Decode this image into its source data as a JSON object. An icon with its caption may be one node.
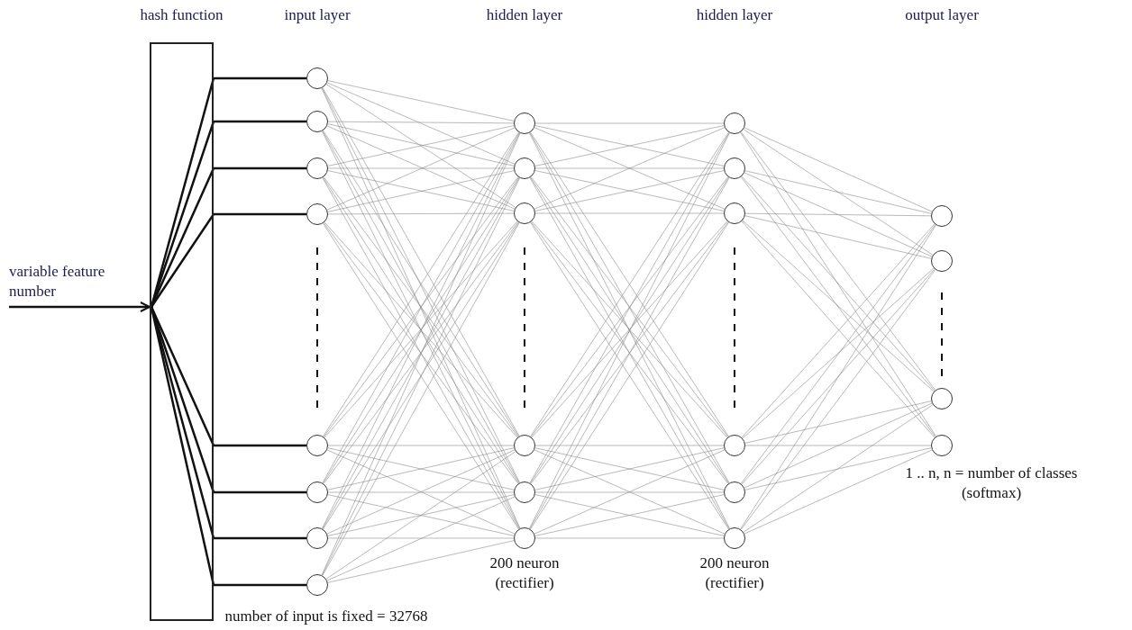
{
  "diagram": {
    "nodes": [
      {
        "text": [
          "hash function"
        ]
      },
      {
        "text": [],
        "shape": "circle"
      },
      {
        "text": [],
        "shape": "circle"
      },
      {
        "text": [],
        "shape": "circle"
      },
      {
        "text": [],
        "shape": "circle"
      },
      {
        "text": [],
        "shape": "circle"
      },
      {
        "text": [],
        "shape": "circle"
      },
      {
        "text": [],
        "shape": "circle"
      },
      {
        "text": [],
        "shape": "circle"
      },
      {
        "text": [],
        "shape": "circle"
      },
      {
        "text": [],
        "shape": "circle"
      },
      {
        "text": [],
        "shape": "circle"
      },
      {
        "text": [],
        "shape": "circle"
      },
      {
        "text": [],
        "shape": "circle"
      },
      {
        "text": [],
        "shape": "circle"
      },
      {
        "text": [],
        "shape": "circle"
      },
      {
        "text": [],
        "shape": "circle"
      },
      {
        "text": [],
        "shape": "circle"
      },
      {
        "text": [],
        "shape": "circle"
      },
      {
        "text": [],
        "shape": "circle"
      },
      {
        "text": [],
        "shape": "circle"
      },
      {
        "text": [],
        "shape": "circle"
      },
      {
        "text": [],
        "shape": "circle"
      },
      {
        "text": [],
        "shape": "circle"
      },
      {
        "text": [],
        "shape": "circle"
      }
    ],
    "edges": [
      {
        "from": null,
        "to": 0,
        "arrow": "to",
        "label": "variable feature number",
        "style": "thick",
        "color": "#111111"
      },
      {
        "from": 0,
        "to": 1,
        "arrow": "none",
        "style": "thick",
        "color": "#111111"
      },
      {
        "from": 0,
        "to": 2,
        "arrow": "none",
        "style": "thick",
        "color": "#111111"
      },
      {
        "from": 0,
        "to": 3,
        "arrow": "none",
        "style": "thick",
        "color": "#111111"
      },
      {
        "from": 0,
        "to": 4,
        "arrow": "none",
        "style": "thick",
        "color": "#111111"
      },
      {
        "from": 0,
        "to": 5,
        "arrow": "none",
        "style": "thick",
        "color": "#111111"
      },
      {
        "from": 0,
        "to": 6,
        "arrow": "none",
        "style": "thick",
        "color": "#111111"
      },
      {
        "from": 0,
        "to": 7,
        "arrow": "none",
        "style": "thick",
        "color": "#111111"
      },
      {
        "from": 0,
        "to": 8,
        "arrow": "none",
        "style": "thick",
        "color": "#111111"
      },
      {
        "from": 1,
        "to": 9,
        "arrow": "none"
      },
      {
        "from": 1,
        "to": 10,
        "arrow": "none"
      },
      {
        "from": 1,
        "to": 11,
        "arrow": "none"
      },
      {
        "from": 1,
        "to": 12,
        "arrow": "none"
      },
      {
        "from": 1,
        "to": 13,
        "arrow": "none"
      },
      {
        "from": 1,
        "to": 14,
        "arrow": "none"
      },
      {
        "from": 2,
        "to": 9,
        "arrow": "none"
      },
      {
        "from": 2,
        "to": 10,
        "arrow": "none"
      },
      {
        "from": 2,
        "to": 11,
        "arrow": "none"
      },
      {
        "from": 2,
        "to": 12,
        "arrow": "none"
      },
      {
        "from": 2,
        "to": 13,
        "arrow": "none"
      },
      {
        "from": 2,
        "to": 14,
        "arrow": "none"
      },
      {
        "from": 3,
        "to": 9,
        "arrow": "none"
      },
      {
        "from": 3,
        "to": 10,
        "arrow": "none"
      },
      {
        "from": 3,
        "to": 11,
        "arrow": "none"
      },
      {
        "from": 3,
        "to": 12,
        "arrow": "none"
      },
      {
        "from": 3,
        "to": 13,
        "arrow": "none"
      },
      {
        "from": 3,
        "to": 14,
        "arrow": "none"
      },
      {
        "from": 4,
        "to": 9,
        "arrow": "none"
      },
      {
        "from": 4,
        "to": 10,
        "arrow": "none"
      },
      {
        "from": 4,
        "to": 11,
        "arrow": "none"
      },
      {
        "from": 4,
        "to": 12,
        "arrow": "none"
      },
      {
        "from": 4,
        "to": 13,
        "arrow": "none"
      },
      {
        "from": 4,
        "to": 14,
        "arrow": "none"
      },
      {
        "from": 5,
        "to": 9,
        "arrow": "none"
      },
      {
        "from": 5,
        "to": 10,
        "arrow": "none"
      },
      {
        "from": 5,
        "to": 11,
        "arrow": "none"
      },
      {
        "from": 5,
        "to": 12,
        "arrow": "none"
      },
      {
        "from": 5,
        "to": 13,
        "arrow": "none"
      },
      {
        "from": 5,
        "to": 14,
        "arrow": "none"
      },
      {
        "from": 6,
        "to": 9,
        "arrow": "none"
      },
      {
        "from": 6,
        "to": 10,
        "arrow": "none"
      },
      {
        "from": 6,
        "to": 11,
        "arrow": "none"
      },
      {
        "from": 6,
        "to": 12,
        "arrow": "none"
      },
      {
        "from": 6,
        "to": 13,
        "arrow": "none"
      },
      {
        "from": 6,
        "to": 14,
        "arrow": "none"
      },
      {
        "from": 7,
        "to": 9,
        "arrow": "none"
      },
      {
        "from": 7,
        "to": 10,
        "arrow": "none"
      },
      {
        "from": 7,
        "to": 11,
        "arrow": "none"
      },
      {
        "from": 7,
        "to": 12,
        "arrow": "none"
      },
      {
        "from": 7,
        "to": 13,
        "arrow": "none"
      },
      {
        "from": 7,
        "to": 14,
        "arrow": "none"
      },
      {
        "from": 8,
        "to": 9,
        "arrow": "none"
      },
      {
        "from": 8,
        "to": 10,
        "arrow": "none"
      },
      {
        "from": 8,
        "to": 11,
        "arrow": "none"
      },
      {
        "from": 8,
        "to": 12,
        "arrow": "none"
      },
      {
        "from": 8,
        "to": 13,
        "arrow": "none"
      },
      {
        "from": 8,
        "to": 14,
        "arrow": "none"
      },
      {
        "from": 9,
        "to": 15,
        "arrow": "none"
      },
      {
        "from": 9,
        "to": 16,
        "arrow": "none"
      },
      {
        "from": 9,
        "to": 17,
        "arrow": "none"
      },
      {
        "from": 9,
        "to": 18,
        "arrow": "none"
      },
      {
        "from": 9,
        "to": 19,
        "arrow": "none"
      },
      {
        "from": 9,
        "to": 20,
        "arrow": "none"
      },
      {
        "from": 10,
        "to": 15,
        "arrow": "none"
      },
      {
        "from": 10,
        "to": 16,
        "arrow": "none"
      },
      {
        "from": 10,
        "to": 17,
        "arrow": "none"
      },
      {
        "from": 10,
        "to": 18,
        "arrow": "none"
      },
      {
        "from": 10,
        "to": 19,
        "arrow": "none"
      },
      {
        "from": 10,
        "to": 20,
        "arrow": "none"
      },
      {
        "from": 11,
        "to": 15,
        "arrow": "none"
      },
      {
        "from": 11,
        "to": 16,
        "arrow": "none"
      },
      {
        "from": 11,
        "to": 17,
        "arrow": "none"
      },
      {
        "from": 11,
        "to": 18,
        "arrow": "none"
      },
      {
        "from": 11,
        "to": 19,
        "arrow": "none"
      },
      {
        "from": 11,
        "to": 20,
        "arrow": "none"
      },
      {
        "from": 12,
        "to": 15,
        "arrow": "none"
      },
      {
        "from": 12,
        "to": 16,
        "arrow": "none"
      },
      {
        "from": 12,
        "to": 17,
        "arrow": "none"
      },
      {
        "from": 12,
        "to": 18,
        "arrow": "none"
      },
      {
        "from": 12,
        "to": 19,
        "arrow": "none"
      },
      {
        "from": 12,
        "to": 20,
        "arrow": "none"
      },
      {
        "from": 13,
        "to": 15,
        "arrow": "none"
      },
      {
        "from": 13,
        "to": 16,
        "arrow": "none"
      },
      {
        "from": 13,
        "to": 17,
        "arrow": "none"
      },
      {
        "from": 13,
        "to": 18,
        "arrow": "none"
      },
      {
        "from": 13,
        "to": 19,
        "arrow": "none"
      },
      {
        "from": 13,
        "to": 20,
        "arrow": "none"
      },
      {
        "from": 14,
        "to": 15,
        "arrow": "none"
      },
      {
        "from": 14,
        "to": 16,
        "arrow": "none"
      },
      {
        "from": 14,
        "to": 17,
        "arrow": "none"
      },
      {
        "from": 14,
        "to": 18,
        "arrow": "none"
      },
      {
        "from": 14,
        "to": 19,
        "arrow": "none"
      },
      {
        "from": 14,
        "to": 20,
        "arrow": "none"
      },
      {
        "from": 15,
        "to": 21,
        "arrow": "none"
      },
      {
        "from": 15,
        "to": 22,
        "arrow": "none"
      },
      {
        "from": 15,
        "to": 23,
        "arrow": "none"
      },
      {
        "from": 15,
        "to": 24,
        "arrow": "none"
      },
      {
        "from": 16,
        "to": 21,
        "arrow": "none"
      },
      {
        "from": 16,
        "to": 22,
        "arrow": "none"
      },
      {
        "from": 16,
        "to": 23,
        "arrow": "none"
      },
      {
        "from": 16,
        "to": 24,
        "arrow": "none"
      },
      {
        "from": 17,
        "to": 21,
        "arrow": "none"
      },
      {
        "from": 17,
        "to": 22,
        "arrow": "none"
      },
      {
        "from": 17,
        "to": 23,
        "arrow": "none"
      },
      {
        "from": 17,
        "to": 24,
        "arrow": "none"
      },
      {
        "from": 18,
        "to": 21,
        "arrow": "none"
      },
      {
        "from": 18,
        "to": 22,
        "arrow": "none"
      },
      {
        "from": 18,
        "to": 23,
        "arrow": "none"
      },
      {
        "from": 18,
        "to": 24,
        "arrow": "none"
      },
      {
        "from": 19,
        "to": 21,
        "arrow": "none"
      },
      {
        "from": 19,
        "to": 22,
        "arrow": "none"
      },
      {
        "from": 19,
        "to": 23,
        "arrow": "none"
      },
      {
        "from": 19,
        "to": 24,
        "arrow": "none"
      },
      {
        "from": 20,
        "to": 21,
        "arrow": "none"
      },
      {
        "from": 20,
        "to": 22,
        "arrow": "none"
      },
      {
        "from": 20,
        "to": 23,
        "arrow": "none"
      },
      {
        "from": 20,
        "to": 24,
        "arrow": "none"
      }
    ],
    "labels": [
      "input layer",
      "hidden layer",
      "hidden layer",
      "output layer",
      "1 .. n, n = number of classes (softmax)",
      "200 neuron (rectifier)",
      "200 neuron (rectifier)",
      "number of input is fixed = 32768"
    ]
  }
}
